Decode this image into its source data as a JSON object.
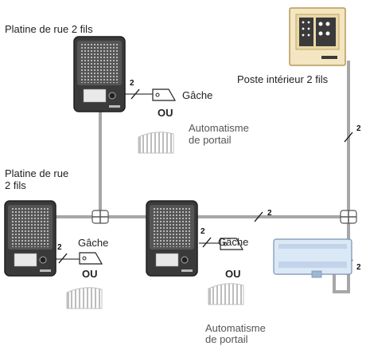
{
  "labels": {
    "platine_top": "Platine de rue 2 fils",
    "platine_left_line1": "Platine de rue",
    "platine_left_line2": "2 fils",
    "poste": "Poste intérieur 2 fils",
    "gache": "Gâche",
    "ou": "OU",
    "auto_line1": "Automatisme",
    "auto_line2": "de portail",
    "wire_count": "2"
  },
  "icons": [
    "door-station-icon",
    "indoor-monitor-icon",
    "door-strike-icon",
    "gate-icon",
    "power-supply-icon",
    "junction-icon"
  ],
  "colors": {
    "cable": "#a7a7a7",
    "station_body": "#3b3b3b",
    "monitor_body": "#f3e6c0",
    "power_supply": "#dbe8f6",
    "gate": "#cfcfcf"
  }
}
